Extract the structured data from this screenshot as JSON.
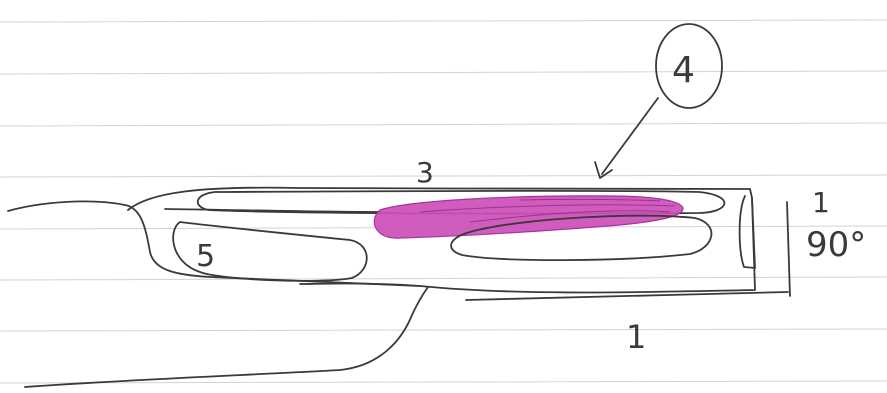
{
  "labels": {
    "label_1_right": "1",
    "angle": "90°",
    "label_1_bottom": "1",
    "label_3": "3",
    "label_4": "4",
    "label_5": "5"
  },
  "colors": {
    "paper": "#ffffff",
    "ruled_line": "#c9d3e6",
    "ink": "#3a3a3a",
    "highlight": "#cc4fb8"
  }
}
